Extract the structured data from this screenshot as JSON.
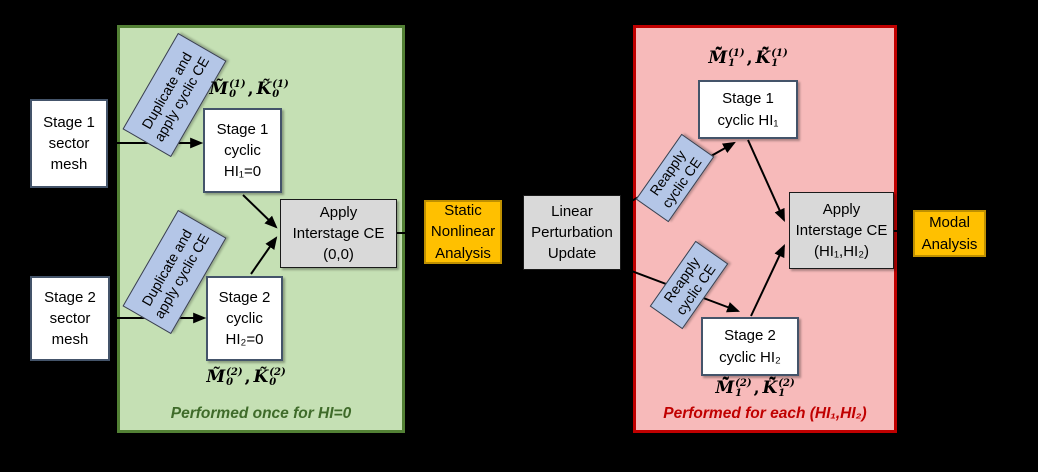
{
  "colors": {
    "background": "#000000",
    "panel_once_fill": "#c5e0b4",
    "panel_once_border": "#538135",
    "panel_each_fill": "#f7baba",
    "panel_each_border": "#c00000",
    "io_box_border": "#44546a",
    "process_box_fill": "#d9d9d9",
    "transform_box_fill": "#b4c6e7",
    "analysis_box_fill": "#ffc000",
    "analysis_box_border": "#bf9000",
    "arrow": "#000000"
  },
  "panels": {
    "once": {
      "caption": "Performed once for HI=0"
    },
    "each": {
      "caption": "Performed for each (HI₁,HI₂)"
    }
  },
  "boxes": {
    "stage1_mesh": {
      "lines": [
        "Stage 1",
        "sector",
        "mesh"
      ]
    },
    "stage2_mesh": {
      "lines": [
        "Stage 2",
        "sector",
        "mesh"
      ]
    },
    "stage1_cyclic0": {
      "lines": [
        "Stage 1",
        "cyclic",
        "HI₁=0"
      ]
    },
    "stage2_cyclic0": {
      "lines": [
        "Stage 2",
        "cyclic",
        "HI₂=0"
      ]
    },
    "apply_interstage_00": {
      "lines": [
        "Apply",
        "Interstage CE",
        "(0,0)"
      ]
    },
    "static_nonlinear": {
      "lines": [
        "Static",
        "Nonlinear",
        "Analysis"
      ]
    },
    "linear_perturbation": {
      "lines": [
        "Linear",
        "Perturbation",
        "Update"
      ]
    },
    "stage1_cyclic": {
      "lines": [
        "Stage 1",
        "cyclic HI₁"
      ]
    },
    "stage2_cyclic": {
      "lines": [
        "Stage 2",
        "cyclic HI₂"
      ]
    },
    "apply_interstage_hi": {
      "lines": [
        "Apply",
        "Interstage CE",
        "(HI₁,HI₂)"
      ]
    },
    "modal": {
      "lines": [
        "Modal",
        "Analysis"
      ]
    },
    "duplicate_ce": {
      "lines": [
        "Duplicate and",
        "apply cyclic CE"
      ]
    },
    "reapply_ce": {
      "lines": [
        "Reapply",
        "cyclic CE"
      ]
    }
  },
  "math": {
    "s1_initial": {
      "m": "M̃",
      "m_sub": "0",
      "m_sup": "(1)",
      "sep": ",",
      "k": "K̃",
      "k_sub": "0",
      "k_sup": "(1)"
    },
    "s2_initial": {
      "m": "M̃",
      "m_sub": "0",
      "m_sup": "(2)",
      "sep": ",",
      "k": "K̃",
      "k_sub": "0",
      "k_sup": "(2)"
    },
    "s1_updated": {
      "m": "M̃̃",
      "m_sub": "1",
      "m_sup": "(1)",
      "sep": ",",
      "k": "K̃̃",
      "k_sub": "1",
      "k_sup": "(1)"
    },
    "s2_updated": {
      "m": "M̃̃",
      "m_sub": "1",
      "m_sup": "(2)",
      "sep": ",",
      "k": "K̃̃",
      "k_sub": "1",
      "k_sup": "(2)"
    }
  }
}
